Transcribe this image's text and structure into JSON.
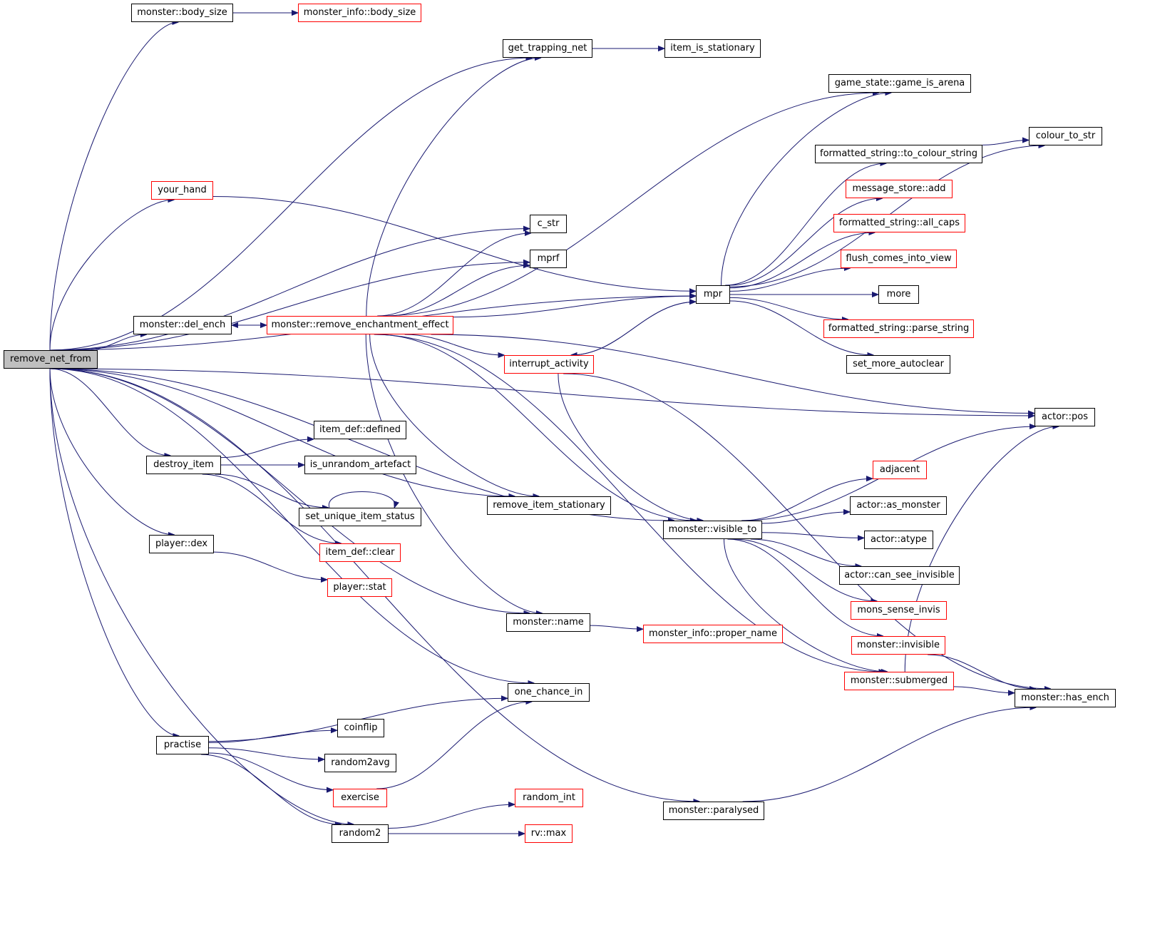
{
  "diagram": {
    "edge_color": "#191970",
    "node_border_default": "#000000",
    "node_border_undocumented": "#ff0000",
    "root_fill": "#bfbfbf",
    "nodes": [
      {
        "id": "remove_net_from",
        "label": "remove_net_from",
        "root": true
      },
      {
        "id": "monster_body_size",
        "label": "monster::body_size"
      },
      {
        "id": "monster_info_body_size",
        "label": "monster_info::body_size",
        "red": true
      },
      {
        "id": "get_trapping_net",
        "label": "get_trapping_net"
      },
      {
        "id": "item_is_stationary",
        "label": "item_is_stationary"
      },
      {
        "id": "game_is_arena",
        "label": "game_state::game_is_arena"
      },
      {
        "id": "colour_to_str",
        "label": "colour_to_str"
      },
      {
        "id": "to_colour_string",
        "label": "formatted_string::to_colour_string"
      },
      {
        "id": "your_hand",
        "label": "your_hand",
        "red": true
      },
      {
        "id": "message_store_add",
        "label": "message_store::add",
        "red": true
      },
      {
        "id": "all_caps",
        "label": "formatted_string::all_caps",
        "red": true
      },
      {
        "id": "c_str",
        "label": "c_str"
      },
      {
        "id": "mprf",
        "label": "mprf"
      },
      {
        "id": "flush_comes_into_view",
        "label": "flush_comes_into_view",
        "red": true
      },
      {
        "id": "mpr",
        "label": "mpr"
      },
      {
        "id": "more",
        "label": "more"
      },
      {
        "id": "del_ench",
        "label": "monster::del_ench"
      },
      {
        "id": "remove_enchantment_effect",
        "label": "monster::remove_enchantment_effect",
        "red": true
      },
      {
        "id": "parse_string",
        "label": "formatted_string::parse_string",
        "red": true
      },
      {
        "id": "interrupt_activity",
        "label": "interrupt_activity",
        "red": true
      },
      {
        "id": "set_more_autoclear",
        "label": "set_more_autoclear"
      },
      {
        "id": "actor_pos",
        "label": "actor::pos"
      },
      {
        "id": "item_def_defined",
        "label": "item_def::defined"
      },
      {
        "id": "destroy_item",
        "label": "destroy_item"
      },
      {
        "id": "is_unrandom_artefact",
        "label": "is_unrandom_artefact"
      },
      {
        "id": "adjacent",
        "label": "adjacent",
        "red": true
      },
      {
        "id": "remove_item_stationary",
        "label": "remove_item_stationary"
      },
      {
        "id": "actor_as_monster",
        "label": "actor::as_monster"
      },
      {
        "id": "set_unique_item_status",
        "label": "set_unique_item_status"
      },
      {
        "id": "visible_to",
        "label": "monster::visible_to"
      },
      {
        "id": "actor_atype",
        "label": "actor::atype"
      },
      {
        "id": "player_dex",
        "label": "player::dex"
      },
      {
        "id": "item_def_clear",
        "label": "item_def::clear",
        "red": true
      },
      {
        "id": "can_see_invisible",
        "label": "actor::can_see_invisible"
      },
      {
        "id": "player_stat",
        "label": "player::stat",
        "red": true
      },
      {
        "id": "mons_sense_invis",
        "label": "mons_sense_invis",
        "red": true
      },
      {
        "id": "monster_name",
        "label": "monster::name"
      },
      {
        "id": "proper_name",
        "label": "monster_info::proper_name",
        "red": true
      },
      {
        "id": "monster_invisible",
        "label": "monster::invisible",
        "red": true
      },
      {
        "id": "monster_submerged",
        "label": "monster::submerged",
        "red": true
      },
      {
        "id": "one_chance_in",
        "label": "one_chance_in"
      },
      {
        "id": "has_ench",
        "label": "monster::has_ench"
      },
      {
        "id": "coinflip",
        "label": "coinflip"
      },
      {
        "id": "practise",
        "label": "practise"
      },
      {
        "id": "random2avg",
        "label": "random2avg"
      },
      {
        "id": "exercise",
        "label": "exercise",
        "red": true
      },
      {
        "id": "random_int",
        "label": "random_int",
        "red": true
      },
      {
        "id": "paralysed",
        "label": "monster::paralysed"
      },
      {
        "id": "random2",
        "label": "random2"
      },
      {
        "id": "rv_max",
        "label": "rv::max",
        "red": true
      }
    ],
    "edges": [
      [
        "remove_net_from",
        "monster_body_size"
      ],
      [
        "monster_body_size",
        "monster_info_body_size"
      ],
      [
        "remove_net_from",
        "get_trapping_net"
      ],
      [
        "get_trapping_net",
        "item_is_stationary"
      ],
      [
        "remove_net_from",
        "actor_pos"
      ],
      [
        "remove_net_from",
        "mpr"
      ],
      [
        "remove_net_from",
        "your_hand"
      ],
      [
        "your_hand",
        "mpr"
      ],
      [
        "remove_net_from",
        "c_str"
      ],
      [
        "remove_net_from",
        "mprf"
      ],
      [
        "remove_net_from",
        "del_ench"
      ],
      [
        "del_ench",
        "remove_enchantment_effect"
      ],
      [
        "remove_enchantment_effect",
        "del_ench"
      ],
      [
        "remove_enchantment_effect",
        "get_trapping_net"
      ],
      [
        "remove_enchantment_effect",
        "c_str"
      ],
      [
        "remove_enchantment_effect",
        "mprf"
      ],
      [
        "remove_enchantment_effect",
        "game_is_arena"
      ],
      [
        "remove_enchantment_effect",
        "mpr"
      ],
      [
        "remove_enchantment_effect",
        "interrupt_activity"
      ],
      [
        "remove_enchantment_effect",
        "actor_pos"
      ],
      [
        "remove_enchantment_effect",
        "remove_item_stationary"
      ],
      [
        "remove_enchantment_effect",
        "visible_to"
      ],
      [
        "remove_enchantment_effect",
        "monster_name"
      ],
      [
        "remove_enchantment_effect",
        "monster_submerged"
      ],
      [
        "mpr",
        "game_is_arena"
      ],
      [
        "mpr",
        "colour_to_str"
      ],
      [
        "mpr",
        "to_colour_string"
      ],
      [
        "to_colour_string",
        "colour_to_str"
      ],
      [
        "mpr",
        "message_store_add"
      ],
      [
        "mpr",
        "all_caps"
      ],
      [
        "mpr",
        "flush_comes_into_view"
      ],
      [
        "mpr",
        "more"
      ],
      [
        "mpr",
        "parse_string"
      ],
      [
        "mpr",
        "set_more_autoclear"
      ],
      [
        "mpr",
        "interrupt_activity"
      ],
      [
        "interrupt_activity",
        "mpr"
      ],
      [
        "interrupt_activity",
        "visible_to"
      ],
      [
        "interrupt_activity",
        "has_ench"
      ],
      [
        "remove_net_from",
        "destroy_item"
      ],
      [
        "destroy_item",
        "item_def_defined"
      ],
      [
        "destroy_item",
        "is_unrandom_artefact"
      ],
      [
        "destroy_item",
        "set_unique_item_status"
      ],
      [
        "set_unique_item_status",
        "set_unique_item_status"
      ],
      [
        "destroy_item",
        "item_def_clear"
      ],
      [
        "remove_net_from",
        "player_dex"
      ],
      [
        "player_dex",
        "player_stat"
      ],
      [
        "remove_net_from",
        "visible_to"
      ],
      [
        "remove_net_from",
        "remove_item_stationary"
      ],
      [
        "remove_net_from",
        "monster_name"
      ],
      [
        "monster_name",
        "proper_name"
      ],
      [
        "remove_net_from",
        "one_chance_in"
      ],
      [
        "remove_net_from",
        "practise"
      ],
      [
        "remove_net_from",
        "random2"
      ],
      [
        "remove_net_from",
        "paralysed"
      ],
      [
        "visible_to",
        "actor_pos"
      ],
      [
        "visible_to",
        "adjacent"
      ],
      [
        "visible_to",
        "actor_as_monster"
      ],
      [
        "visible_to",
        "actor_atype"
      ],
      [
        "visible_to",
        "can_see_invisible"
      ],
      [
        "visible_to",
        "mons_sense_invis"
      ],
      [
        "visible_to",
        "monster_invisible"
      ],
      [
        "visible_to",
        "monster_submerged"
      ],
      [
        "monster_invisible",
        "has_ench"
      ],
      [
        "monster_submerged",
        "has_ench"
      ],
      [
        "monster_submerged",
        "actor_pos"
      ],
      [
        "paralysed",
        "has_ench"
      ],
      [
        "practise",
        "one_chance_in"
      ],
      [
        "practise",
        "coinflip"
      ],
      [
        "practise",
        "random2avg"
      ],
      [
        "practise",
        "exercise"
      ],
      [
        "practise",
        "random2"
      ],
      [
        "exercise",
        "one_chance_in"
      ],
      [
        "random2",
        "random_int"
      ],
      [
        "random2",
        "rv_max"
      ]
    ]
  }
}
